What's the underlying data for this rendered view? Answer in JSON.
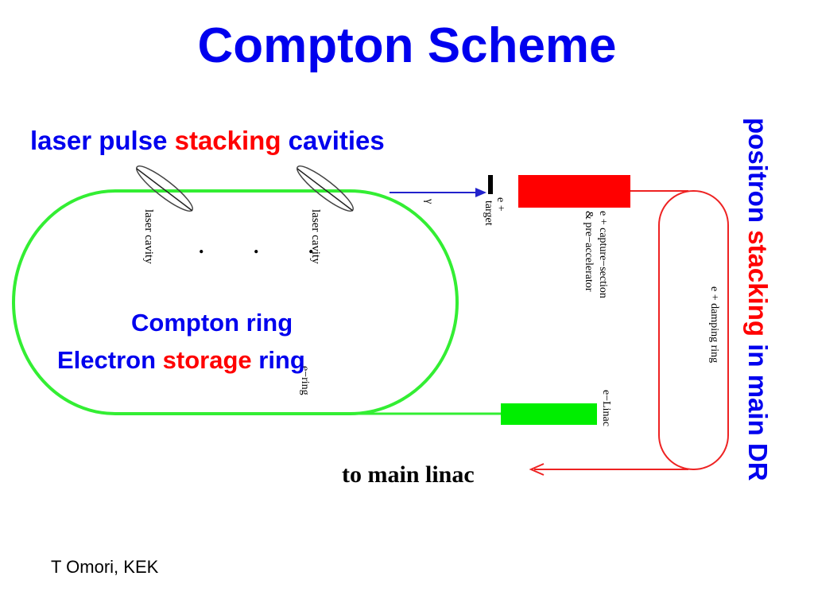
{
  "title": "Compton Scheme",
  "laser_header": {
    "part1": "laser pulse ",
    "highlight": "stacking",
    "part2": " cavities"
  },
  "compton_ring": {
    "line1": "Compton ring",
    "line2_part1": "Electron ",
    "line2_highlight": "storage",
    "line2_part2": " ring"
  },
  "positron_header": {
    "part1": "positron ",
    "highlight": "stacking",
    "part2": " in main DR"
  },
  "labels": {
    "laser_cavity_1": "laser cavity",
    "laser_cavity_2": "laser cavity",
    "dots": ". . .",
    "gamma": "γ",
    "target_line1": "e +",
    "target_line2": "target",
    "capture_line1": "e + capture−section",
    "capture_line2": "& pre−accelerator",
    "damping_ring": "e + damping ring",
    "e_ring": "e−ring",
    "e_linac": "e−Linac",
    "to_main_linac": "to main linac"
  },
  "footer": "T Omori, KEK",
  "colors": {
    "title": "#0000ee",
    "highlight": "#ff0000",
    "ring": "#33ee33",
    "capture_block": "#ff0000",
    "linac_block": "#00ee00",
    "damping_ring": "#ee2222",
    "gamma_arrow": "#2222cc"
  }
}
